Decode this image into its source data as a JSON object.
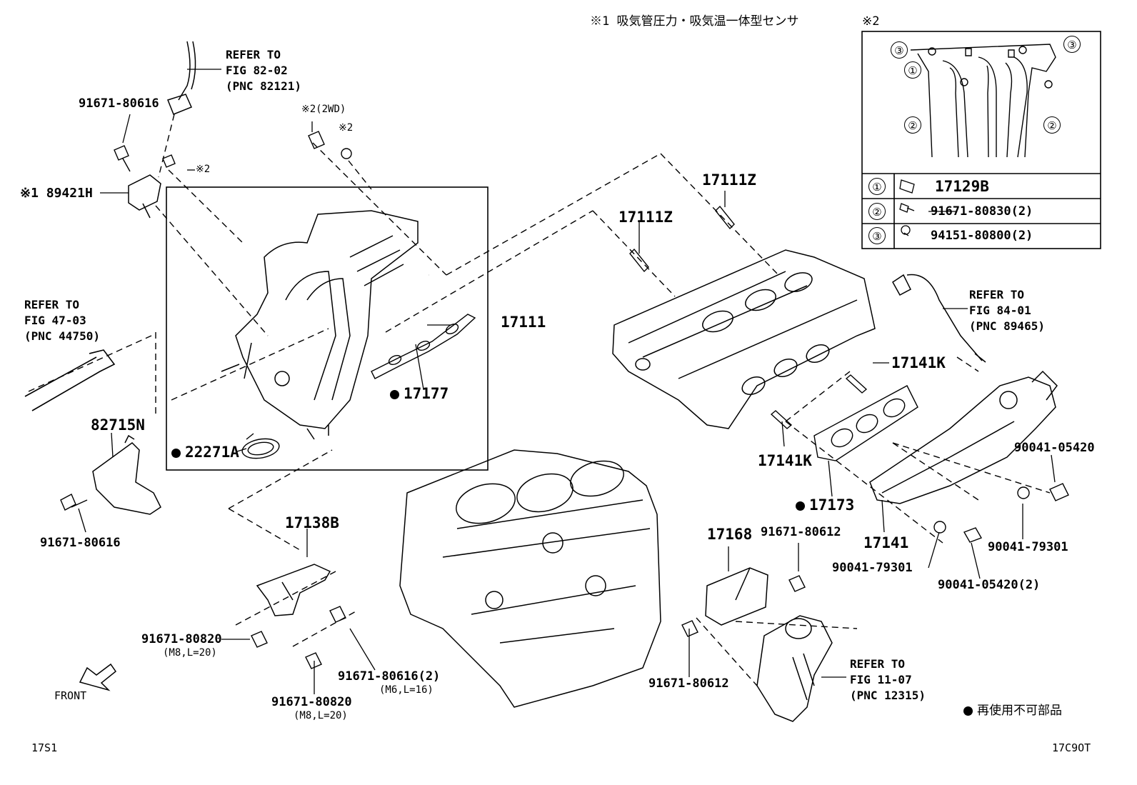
{
  "notes": {
    "sensor_note": "※1 吸気管圧力・吸気温一体型センサ",
    "star2_header": "※2",
    "reuse_legend": "再使用不可部品"
  },
  "corners": {
    "bottom_left": "17S1",
    "bottom_right": "17C9OT"
  },
  "front_label": "FRONT",
  "refs": {
    "ref_82": "REFER TO\nFIG 82-02\n(PNC 82121)",
    "ref_47": "REFER TO\nFIG 47-03\n(PNC 44750)",
    "ref_84": "REFER TO\nFIG 84-01\n(PNC 89465)",
    "ref_11": "REFER TO\nFIG 11-07\n(PNC 12315)"
  },
  "parts": {
    "p91671_80616_top": "91671-80616",
    "p89421h": "※1 89421H",
    "star2_2wd": "※2(2WD)",
    "star2_a": "※2",
    "star2_b": "※2",
    "p17111": "17111",
    "p17177": "17177",
    "p22271a": "22271A",
    "p82715n": "82715N",
    "p91671_80616_left": "91671-80616",
    "p17111z_a": "17111Z",
    "p17111z_b": "17111Z",
    "p17141k_a": "17141K",
    "p17141k_b": "17141K",
    "p17173": "17173",
    "p17141": "17141",
    "p90041_05420_a": "90041-05420",
    "p90041_79301_a": "90041-79301",
    "p90041_79301_b": "90041-79301",
    "p90041_05420_b": "90041-05420(2)",
    "p17138b": "17138B",
    "p91671_80820_a": "91671-80820",
    "p91671_80820_a_spec": "(M8,L=20)",
    "p91671_80820_b": "91671-80820",
    "p91671_80820_b_spec": "(M8,L=20)",
    "p91671_80616_c": "91671-80616(2)",
    "p91671_80616_c_spec": "(M6,L=16)",
    "p17168": "17168",
    "p91671_80612_a": "91671-80612",
    "p91671_80612_b": "91671-80612"
  },
  "legend_table": [
    {
      "num": "①",
      "part": "17129B"
    },
    {
      "num": "②",
      "part": "91671-80830(2)"
    },
    {
      "num": "③",
      "part": "94151-80800(2)"
    }
  ],
  "detail_callouts": [
    "③",
    "③",
    "①",
    "②",
    "②"
  ]
}
